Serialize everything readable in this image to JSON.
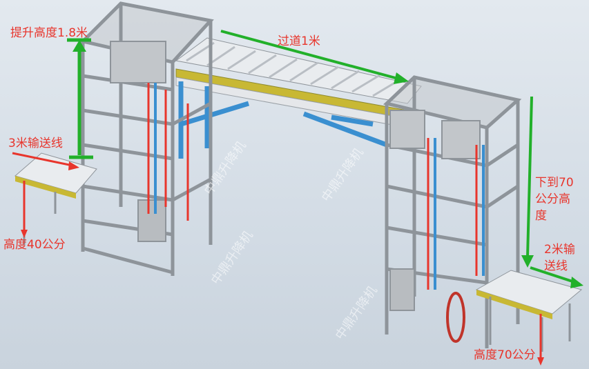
{
  "annotations": {
    "lift_height": "提升高度1.8米",
    "aisle": "过道1米",
    "left_conveyor": "3米输送线",
    "left_height": "高度40公分",
    "descend_line1": "下到70",
    "descend_line2": "公分高",
    "descend_line3": "度",
    "right_conveyor_line1": "2米输",
    "right_conveyor_line2": "送线",
    "right_height": "高度70公分"
  },
  "watermark": "中鼎升降机",
  "colors": {
    "label": "#e8352c",
    "arrow_green": "#22b02a",
    "arrow_red": "#e8352c",
    "frame": "#8e949a",
    "support": "#3a8fd0"
  }
}
